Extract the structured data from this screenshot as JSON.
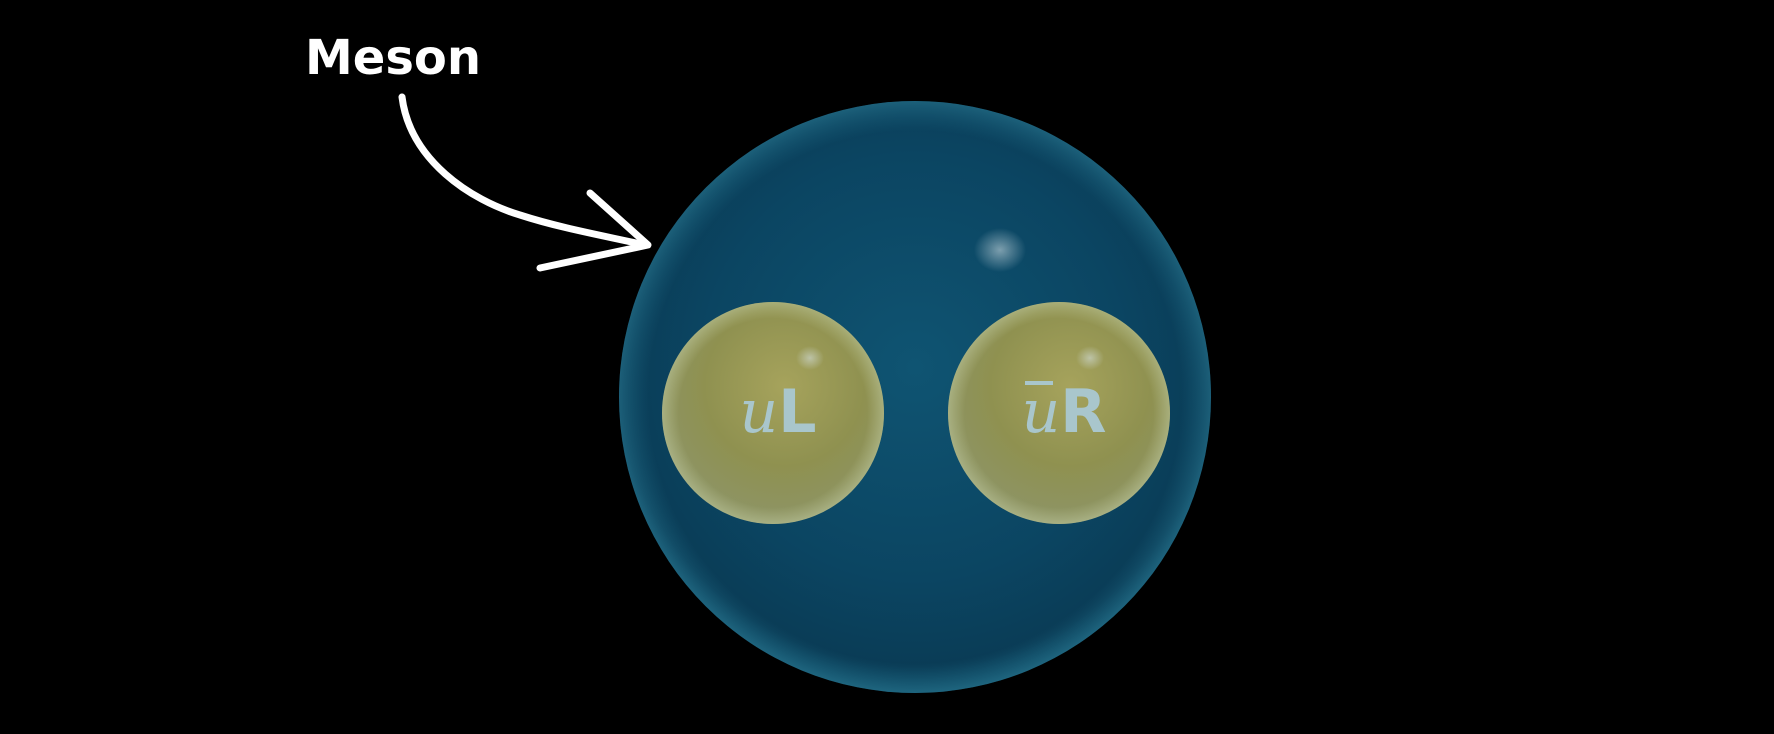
{
  "diagram": {
    "label": "Meson",
    "colors": {
      "background": "#000000",
      "meson_fill": "#0b4562",
      "quark_fill": "#9d9d5a",
      "quark_text": "#a9c6cc",
      "label_text": "#ffffff"
    },
    "quarks": [
      {
        "symbol": "u",
        "chirality": "L",
        "antiquark": false
      },
      {
        "symbol": "u",
        "chirality": "R",
        "antiquark": true
      }
    ]
  }
}
